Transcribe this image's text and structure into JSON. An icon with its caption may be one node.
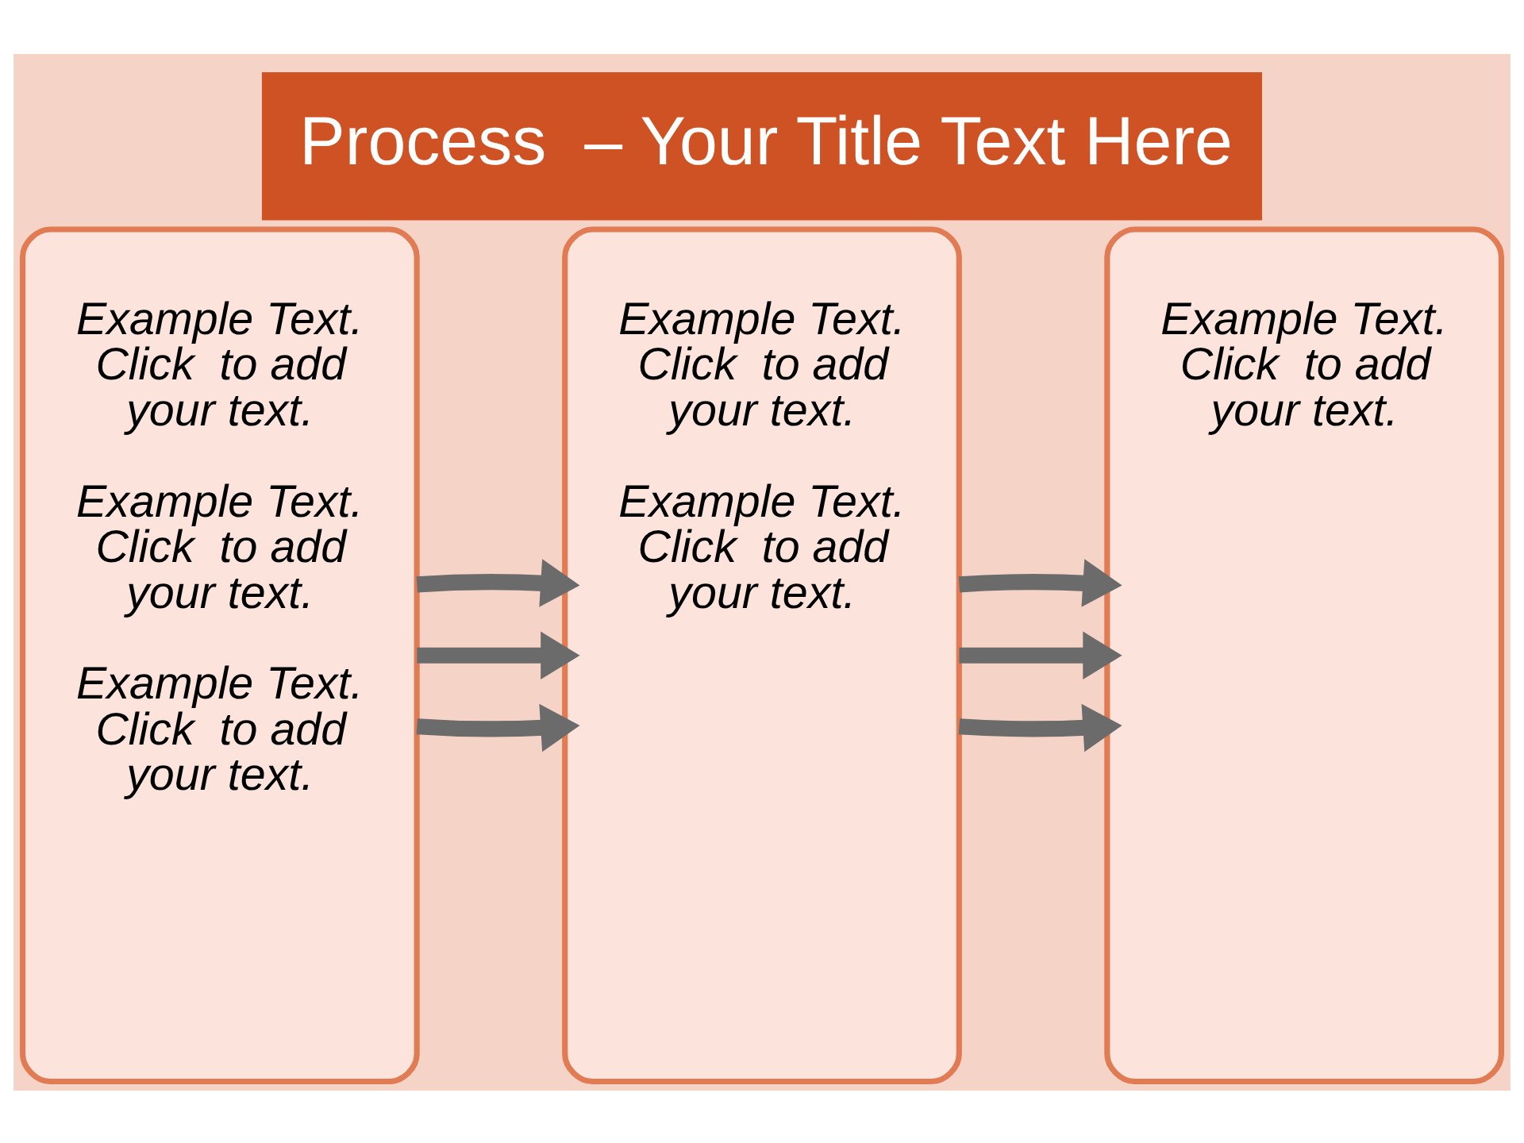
{
  "diagram": {
    "title": "Process  – Your Title Text Here",
    "nodes": [
      {
        "text": [
          "Example Text. Click  to add your text.",
          "Example Text. Click  to add your text.",
          "Example Text. Click  to add your text."
        ]
      },
      {
        "text": [
          "Example Text. Click  to add your text.",
          "Example Text. Click  to add your text."
        ]
      },
      {
        "text": [
          "Example Text. Click  to add your text."
        ]
      }
    ],
    "edges": [
      {
        "from": 0,
        "to": 1,
        "arrow": "to"
      },
      {
        "from": 0,
        "to": 1,
        "arrow": "to"
      },
      {
        "from": 0,
        "to": 1,
        "arrow": "to"
      },
      {
        "from": 1,
        "to": 2,
        "arrow": "to"
      },
      {
        "from": 1,
        "to": 2,
        "arrow": "to"
      },
      {
        "from": 1,
        "to": 2,
        "arrow": "to"
      }
    ]
  }
}
